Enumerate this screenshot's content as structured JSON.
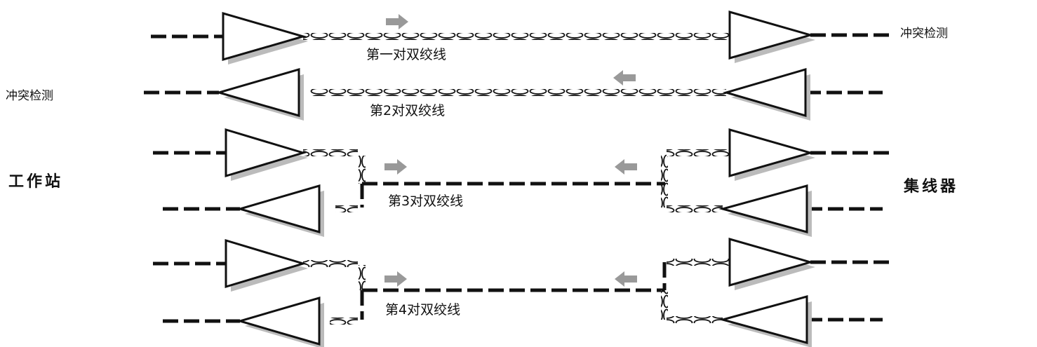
{
  "labels": {
    "workstation": "工作站",
    "hub": "集线器",
    "collision_right": "冲突检测",
    "collision_left": "冲突检测"
  },
  "pairs": [
    {
      "label": "第一对双绞线",
      "direction": "right"
    },
    {
      "label": "第2对双绞线",
      "direction": "left"
    },
    {
      "label": "第3对双绞线",
      "direction": "both"
    },
    {
      "label": "第4对双绞线",
      "direction": "both"
    }
  ],
  "colors": {
    "line": "#111111",
    "amplifier_shadow": "#bbbbbb",
    "arrow": "#999999",
    "background": "#ffffff"
  }
}
